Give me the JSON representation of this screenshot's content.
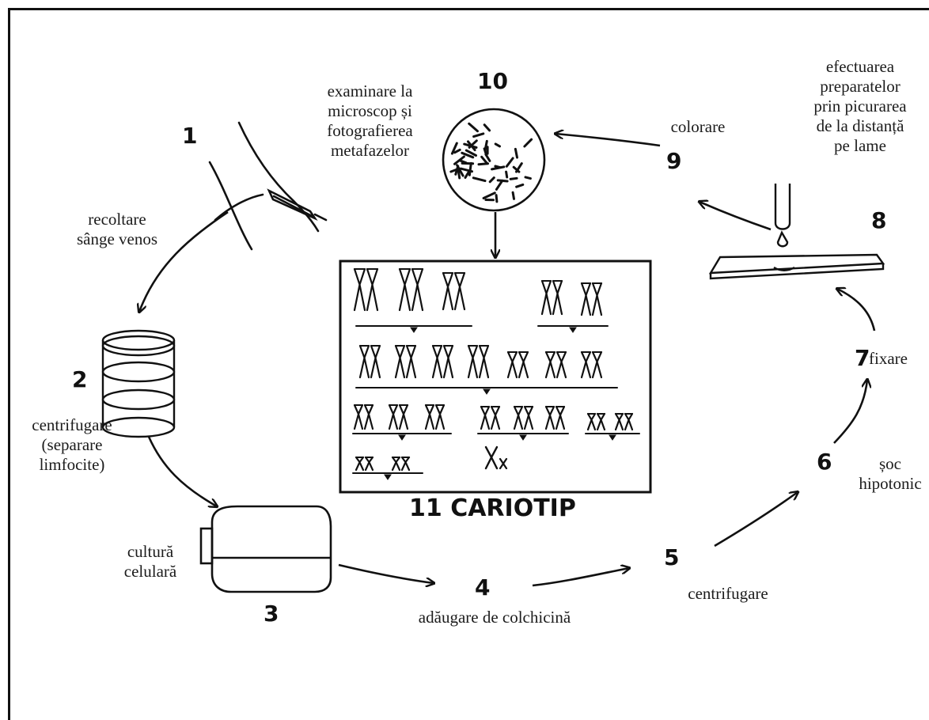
{
  "steps": {
    "s1": {
      "number": "1",
      "label": "recoltare\nsânge venos"
    },
    "s2": {
      "number": "2",
      "label": "centrifugare\n(separare\nlimfocite)"
    },
    "s3": {
      "number": "3",
      "label": "cultură\ncelulară"
    },
    "s4": {
      "number": "4",
      "label": "adăugare de colchicină"
    },
    "s5": {
      "number": "5",
      "label": "centrifugare"
    },
    "s6": {
      "number": "6",
      "label": "șoc\nhipotonic"
    },
    "s7": {
      "number": "7",
      "label": "fixare"
    },
    "s8": {
      "number": "8",
      "label": "efectuarea\npreparatelor\nprin picurarea\nde la distanță\npe lame"
    },
    "s9": {
      "number": "9",
      "label": "colorare"
    },
    "s10": {
      "number": "10",
      "label": "examinare la\nmicroscop și\nfotografierea\nmetafazelor"
    },
    "s11": {
      "title": "11 CARIOTIP"
    }
  },
  "karyotype": {
    "row1_groups": [
      3,
      2
    ],
    "row2_groups": [
      7
    ],
    "row3_groups": [
      3,
      3,
      2
    ],
    "row4_groups": [
      2
    ],
    "sex_chromosomes": [
      "X",
      "x"
    ]
  }
}
